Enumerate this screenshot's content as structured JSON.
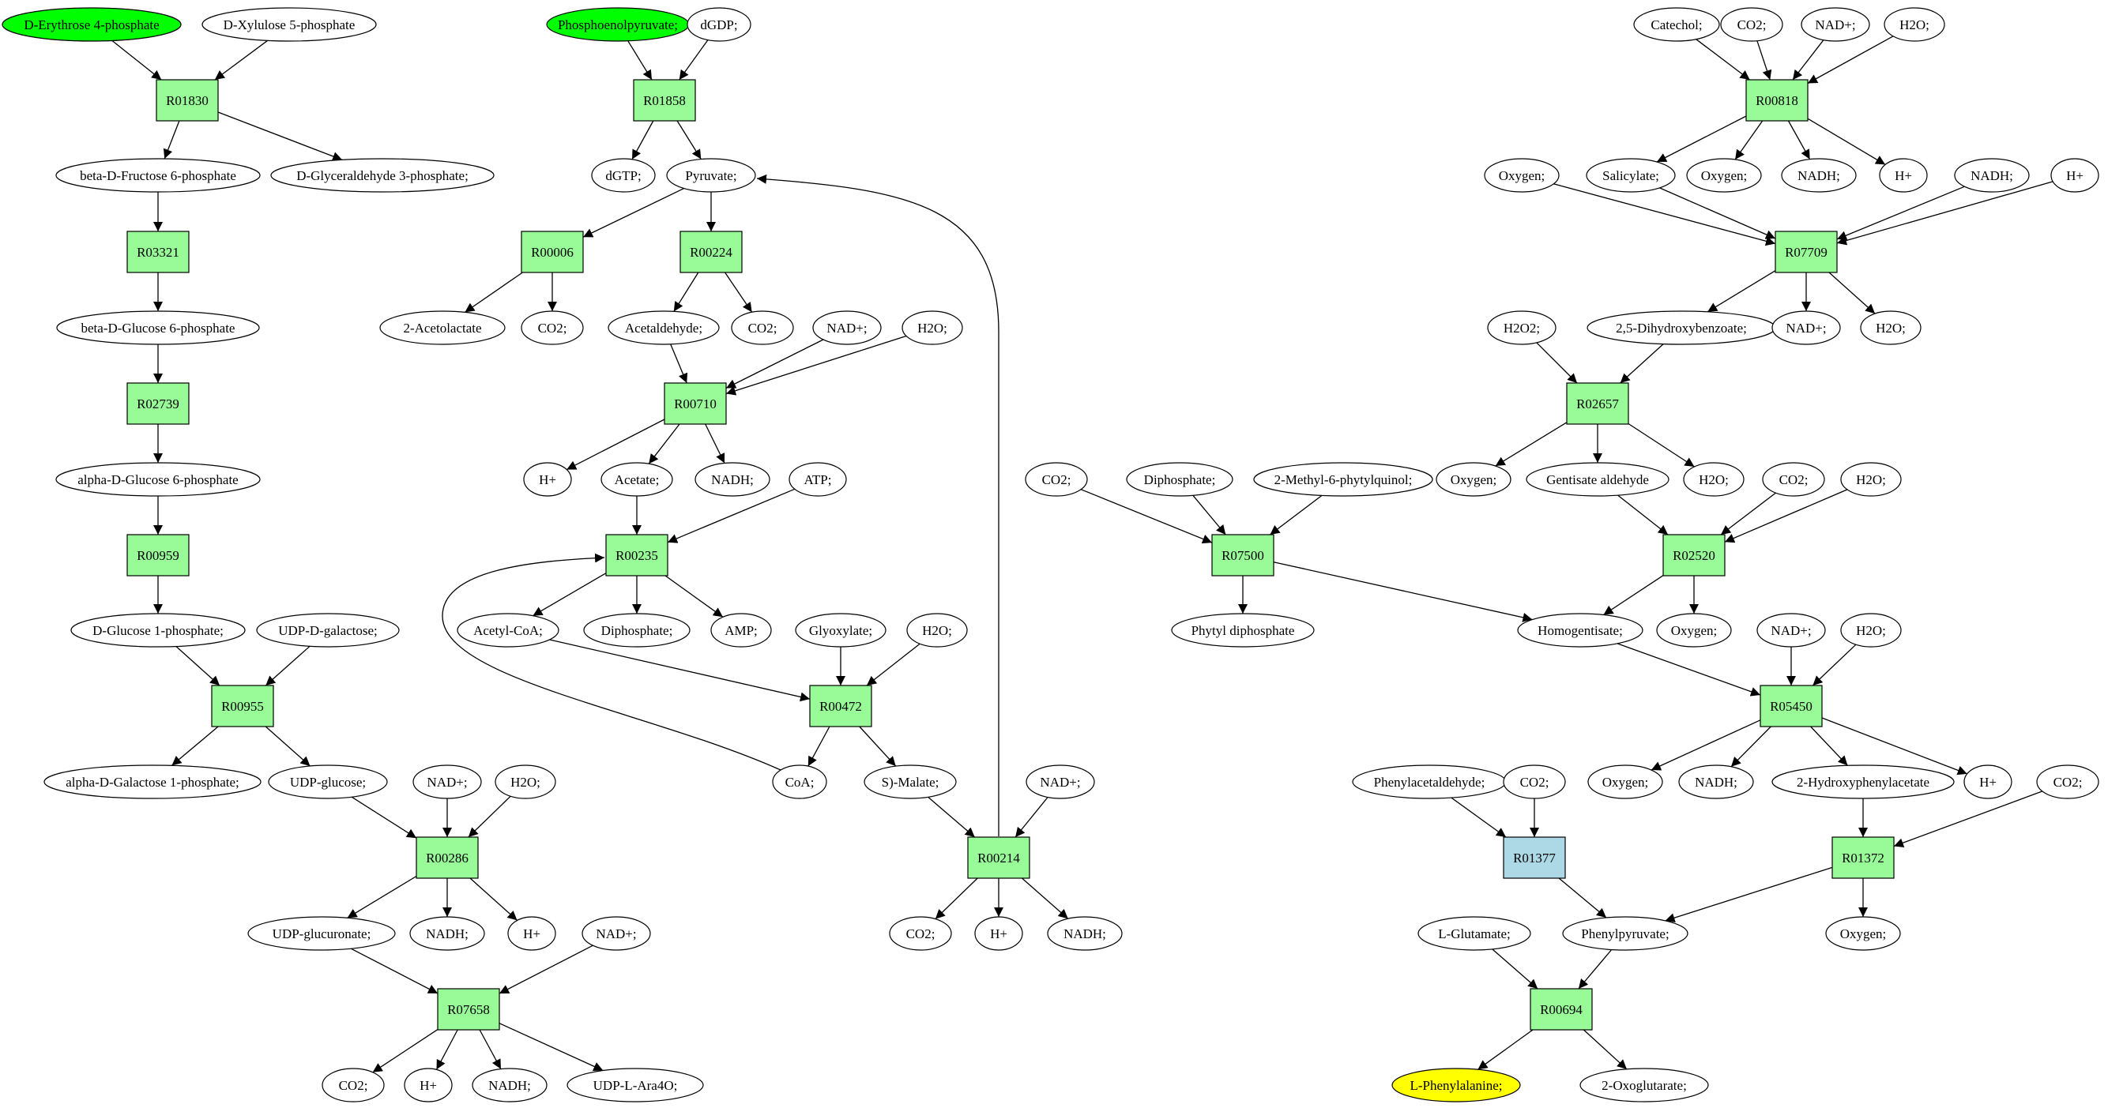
{
  "colors": {
    "background": "#ffffff",
    "stroke": "#000000",
    "reaction_fill": "#98fb98",
    "reaction_highlight_fill": "#add8e6",
    "source_fill": "#00ff00",
    "target_fill": "#ffff00",
    "compound_fill": "#ffffff"
  },
  "reactions": [
    {
      "id": "R01830",
      "label": "R01830"
    },
    {
      "id": "R03321",
      "label": "R03321"
    },
    {
      "id": "R02739",
      "label": "R02739"
    },
    {
      "id": "R00959",
      "label": "R00959"
    },
    {
      "id": "R00955",
      "label": "R00955"
    },
    {
      "id": "R00286",
      "label": "R00286"
    },
    {
      "id": "R07658",
      "label": "R07658"
    },
    {
      "id": "R01858",
      "label": "R01858"
    },
    {
      "id": "R00006",
      "label": "R00006"
    },
    {
      "id": "R00224",
      "label": "R00224"
    },
    {
      "id": "R00710",
      "label": "R00710"
    },
    {
      "id": "R00235",
      "label": "R00235"
    },
    {
      "id": "R00472",
      "label": "R00472"
    },
    {
      "id": "R00214",
      "label": "R00214"
    },
    {
      "id": "R07500",
      "label": "R07500"
    },
    {
      "id": "R00818",
      "label": "R00818"
    },
    {
      "id": "R07709",
      "label": "R07709"
    },
    {
      "id": "R02657",
      "label": "R02657"
    },
    {
      "id": "R02520",
      "label": "R02520"
    },
    {
      "id": "R05450",
      "label": "R05450"
    },
    {
      "id": "R01372",
      "label": "R01372"
    },
    {
      "id": "R01377",
      "label": "R01377",
      "style": "highlight"
    },
    {
      "id": "R00694",
      "label": "R00694"
    }
  ],
  "compounds": [
    {
      "id": "c_e4p",
      "label": "D-Erythrose 4-phosphate",
      "style": "source"
    },
    {
      "id": "c_xu5p",
      "label": "D-Xylulose 5-phosphate"
    },
    {
      "id": "c_bf6p",
      "label": "beta-D-Fructose 6-phosphate"
    },
    {
      "id": "c_g3p",
      "label": "D-Glyceraldehyde 3-phosphate;"
    },
    {
      "id": "c_bg6p",
      "label": "beta-D-Glucose 6-phosphate"
    },
    {
      "id": "c_ag6p",
      "label": "alpha-D-Glucose 6-phosphate"
    },
    {
      "id": "c_g1p",
      "label": "D-Glucose 1-phosphate;"
    },
    {
      "id": "c_udpgal",
      "label": "UDP-D-galactose;"
    },
    {
      "id": "c_agal1p",
      "label": "alpha-D-Galactose 1-phosphate;"
    },
    {
      "id": "c_udpglc",
      "label": "UDP-glucose;"
    },
    {
      "id": "c_nad_1",
      "label": "NAD+;"
    },
    {
      "id": "c_h2o_1",
      "label": "H2O;"
    },
    {
      "id": "c_udpglcA",
      "label": "UDP-glucuronate;"
    },
    {
      "id": "c_nadh_1",
      "label": "NADH;"
    },
    {
      "id": "c_h_1",
      "label": "H+"
    },
    {
      "id": "c_nad_2",
      "label": "NAD+;"
    },
    {
      "id": "c_co2_1",
      "label": "CO2;"
    },
    {
      "id": "c_h_2",
      "label": "H+"
    },
    {
      "id": "c_nadh_2",
      "label": "NADH;"
    },
    {
      "id": "c_udpara",
      "label": "UDP-L-Ara4O;"
    },
    {
      "id": "c_pep",
      "label": "Phosphoenolpyruvate;",
      "style": "source"
    },
    {
      "id": "c_dgdp",
      "label": "dGDP;"
    },
    {
      "id": "c_dgtp",
      "label": "dGTP;"
    },
    {
      "id": "c_pyr",
      "label": "Pyruvate;"
    },
    {
      "id": "c_acl",
      "label": "2-Acetolactate"
    },
    {
      "id": "c_co2_2",
      "label": "CO2;"
    },
    {
      "id": "c_acald",
      "label": "Acetaldehyde;"
    },
    {
      "id": "c_co2_3",
      "label": "CO2;"
    },
    {
      "id": "c_nad_3",
      "label": "NAD+;"
    },
    {
      "id": "c_h2o_2",
      "label": "H2O;"
    },
    {
      "id": "c_h_3",
      "label": "H+"
    },
    {
      "id": "c_ac",
      "label": "Acetate;"
    },
    {
      "id": "c_nadh_3",
      "label": "NADH;"
    },
    {
      "id": "c_atp",
      "label": "ATP;"
    },
    {
      "id": "c_accoa",
      "label": "Acetyl-CoA;"
    },
    {
      "id": "c_ppi_1",
      "label": "Diphosphate;"
    },
    {
      "id": "c_amp",
      "label": "AMP;"
    },
    {
      "id": "c_glx",
      "label": "Glyoxylate;"
    },
    {
      "id": "c_h2o_3",
      "label": "H2O;"
    },
    {
      "id": "c_coa",
      "label": "CoA;"
    },
    {
      "id": "c_mal",
      "label": "S)-Malate;"
    },
    {
      "id": "c_nad_4",
      "label": "NAD+;"
    },
    {
      "id": "c_co2_4",
      "label": "CO2;"
    },
    {
      "id": "c_h_4",
      "label": "H+"
    },
    {
      "id": "c_nadh_4",
      "label": "NADH;"
    },
    {
      "id": "c_co2_5",
      "label": "CO2;"
    },
    {
      "id": "c_ppi_2",
      "label": "Diphosphate;"
    },
    {
      "id": "c_mpq",
      "label": "2-Methyl-6-phytylquinol;"
    },
    {
      "id": "c_phytpp",
      "label": "Phytyl diphosphate"
    },
    {
      "id": "c_catechol",
      "label": "Catechol;"
    },
    {
      "id": "c_co2_6",
      "label": "CO2;"
    },
    {
      "id": "c_nad_5",
      "label": "NAD+;"
    },
    {
      "id": "c_h2o_4",
      "label": "H2O;"
    },
    {
      "id": "c_o2_1",
      "label": "Oxygen;"
    },
    {
      "id": "c_sal",
      "label": "Salicylate;"
    },
    {
      "id": "c_o2_2",
      "label": "Oxygen;"
    },
    {
      "id": "c_nadh_5",
      "label": "NADH;"
    },
    {
      "id": "c_h_5",
      "label": "H+"
    },
    {
      "id": "c_nadh_6",
      "label": "NADH;"
    },
    {
      "id": "c_h_6",
      "label": "H+"
    },
    {
      "id": "c_h2o2",
      "label": "H2O2;"
    },
    {
      "id": "c_25dhb",
      "label": "2,5-Dihydroxybenzoate;"
    },
    {
      "id": "c_nad_6",
      "label": "NAD+;"
    },
    {
      "id": "c_h2o_5",
      "label": "H2O;"
    },
    {
      "id": "c_o2_3",
      "label": "Oxygen;"
    },
    {
      "id": "c_gentald",
      "label": "Gentisate aldehyde"
    },
    {
      "id": "c_h2o_6",
      "label": "H2O;"
    },
    {
      "id": "c_co2_7",
      "label": "CO2;"
    },
    {
      "id": "c_h2o_7",
      "label": "H2O;"
    },
    {
      "id": "c_hgent",
      "label": "Homogentisate;"
    },
    {
      "id": "c_o2_4",
      "label": "Oxygen;"
    },
    {
      "id": "c_nad_7",
      "label": "NAD+;"
    },
    {
      "id": "c_h2o_8",
      "label": "H2O;"
    },
    {
      "id": "c_pacald",
      "label": "Phenylacetaldehyde;"
    },
    {
      "id": "c_co2_8",
      "label": "CO2;"
    },
    {
      "id": "c_o2_5",
      "label": "Oxygen;"
    },
    {
      "id": "c_nadh_7",
      "label": "NADH;"
    },
    {
      "id": "c_2hpa",
      "label": "2-Hydroxyphenylacetate"
    },
    {
      "id": "c_h_7",
      "label": "H+"
    },
    {
      "id": "c_co2_9",
      "label": "CO2;"
    },
    {
      "id": "c_glu",
      "label": "L-Glutamate;"
    },
    {
      "id": "c_phpyr",
      "label": "Phenylpyruvate;"
    },
    {
      "id": "c_o2_6",
      "label": "Oxygen;"
    },
    {
      "id": "c_phe",
      "label": "L-Phenylalanine;",
      "style": "target"
    },
    {
      "id": "c_akg",
      "label": "2-Oxoglutarate;"
    }
  ]
}
